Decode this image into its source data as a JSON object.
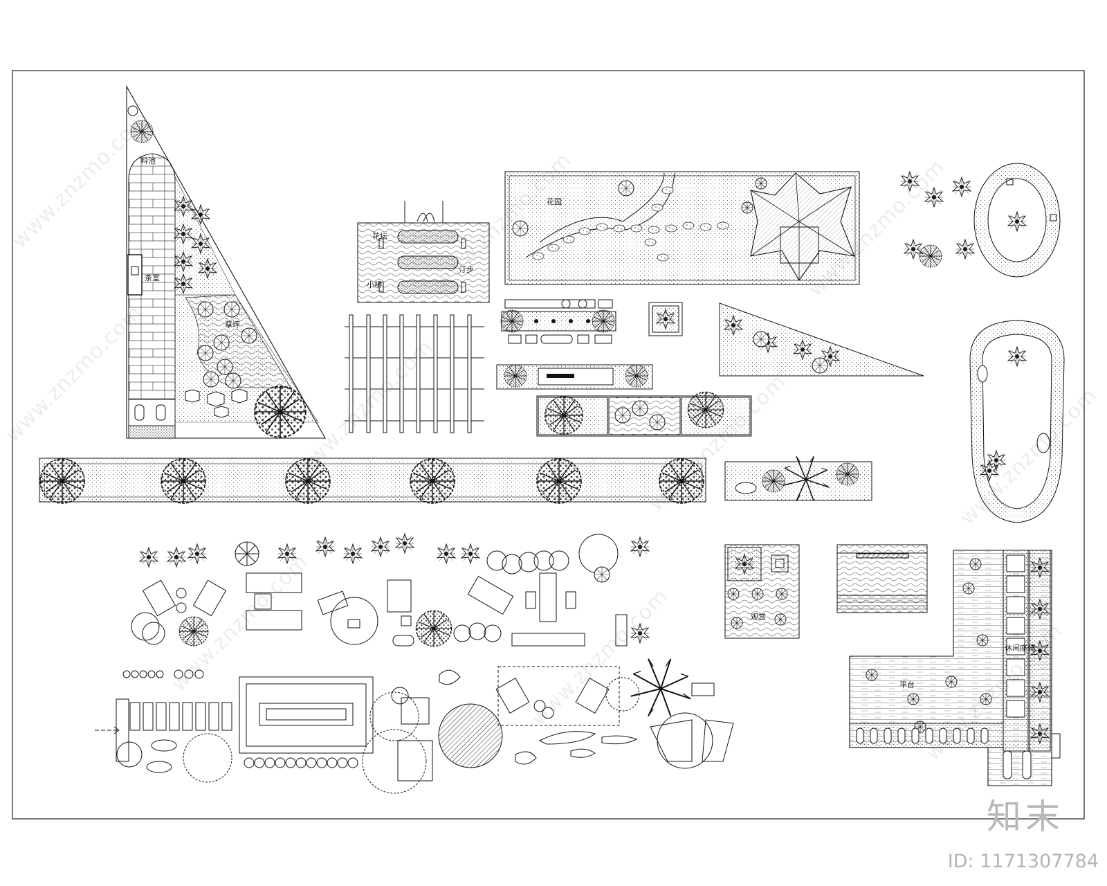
{
  "sheet": {
    "labels": {
      "pond": "料池",
      "tea_house": "茶室",
      "lawn_top": "草坪",
      "stepping": "汀步",
      "flower_bed": "花坛",
      "bridge": "小桥",
      "garden": "花园",
      "terrace": "平台",
      "viewing": "观赏",
      "seating": "休闲座椅"
    }
  },
  "watermark": {
    "text": "www.znzmo.com",
    "brand_cn": "知末"
  },
  "branding": {
    "logo_text": "知末",
    "image_id": "ID: 1171307784"
  }
}
